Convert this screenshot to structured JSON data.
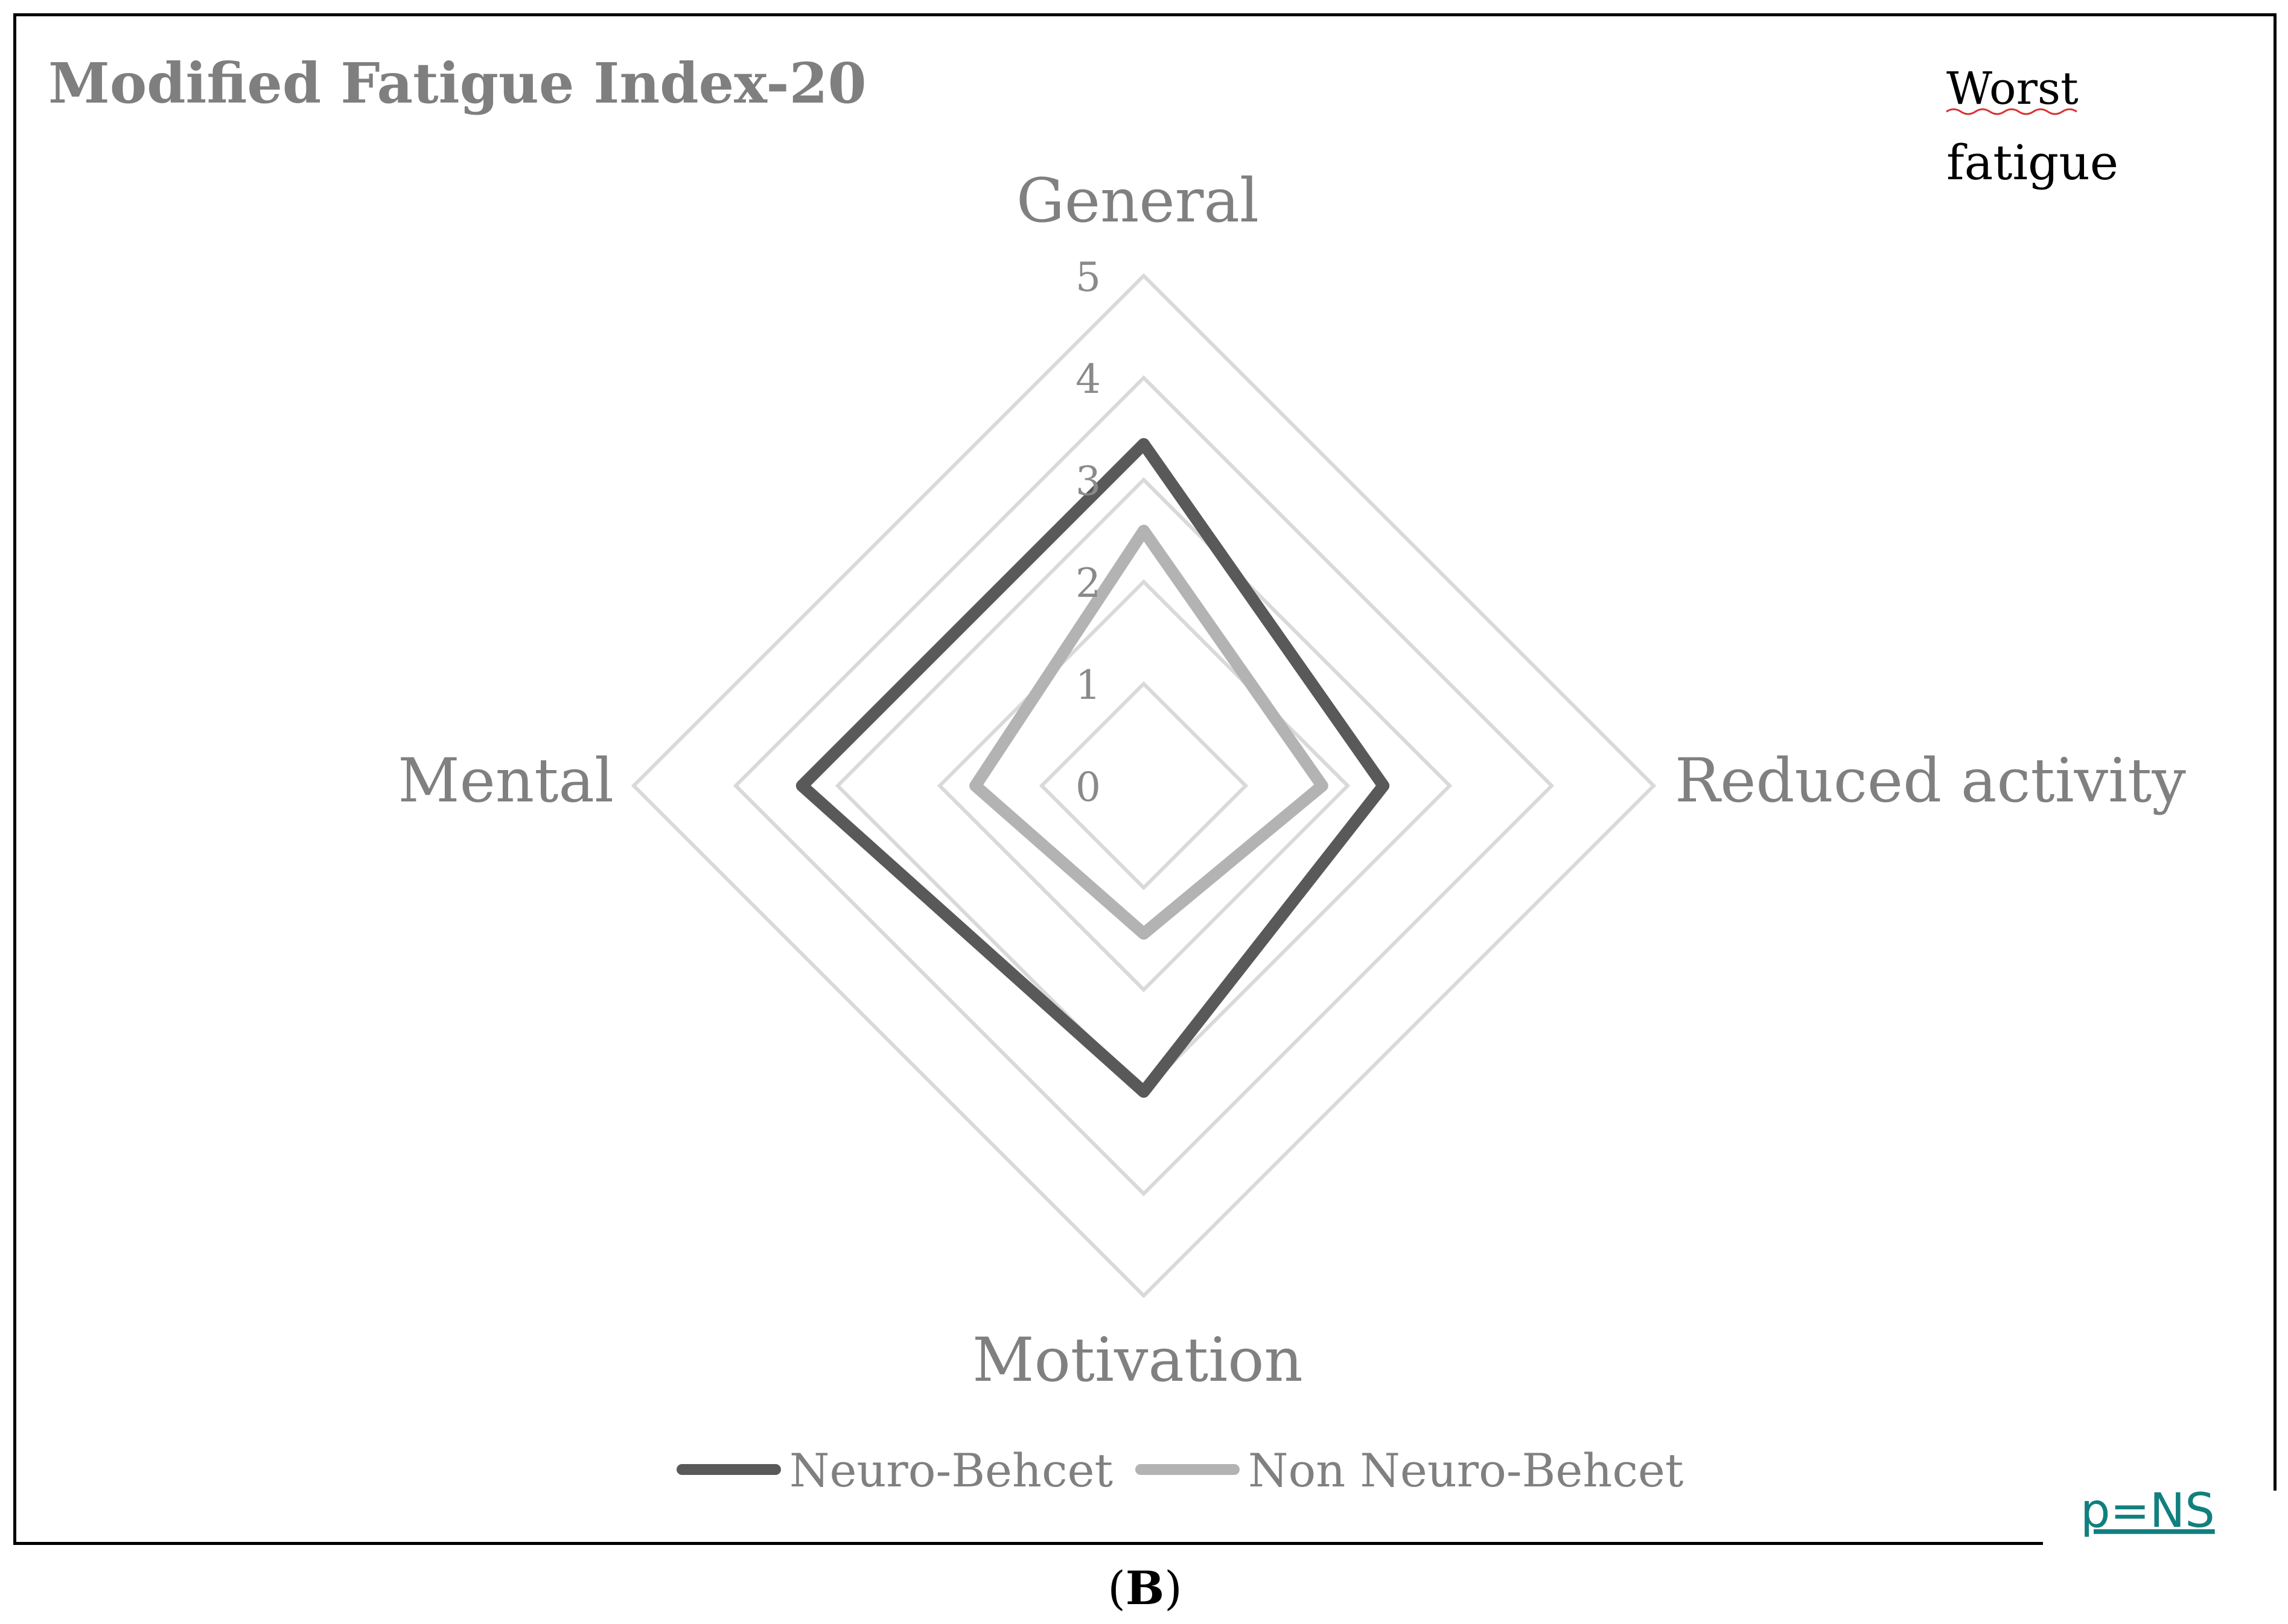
{
  "chart_data": {
    "type": "radar",
    "title": "Modified Fatigue Index-20",
    "axes": [
      "General",
      "Reduced activity",
      "Motivation",
      "Mental"
    ],
    "rlim": [
      0,
      5
    ],
    "ticks": [
      "0",
      "1",
      "2",
      "3",
      "4",
      "5"
    ],
    "grid": true,
    "legend": "bottom",
    "series": [
      {
        "name": "Neuro-Behcet",
        "values": [
          3.35,
          2.35,
          3.0,
          3.35
        ],
        "color": "#595959"
      },
      {
        "name": "Non Neuro-Behcet",
        "values": [
          2.5,
          1.75,
          1.45,
          1.65
        ],
        "color": "#b3b3b3"
      }
    ],
    "grid_color": "#d9d9d9"
  },
  "annotations": {
    "worst": "Worst",
    "fatigue": "fatigue",
    "p_value": "p=NS"
  },
  "caption": {
    "open": "(",
    "letter": "B",
    "close": ")"
  }
}
